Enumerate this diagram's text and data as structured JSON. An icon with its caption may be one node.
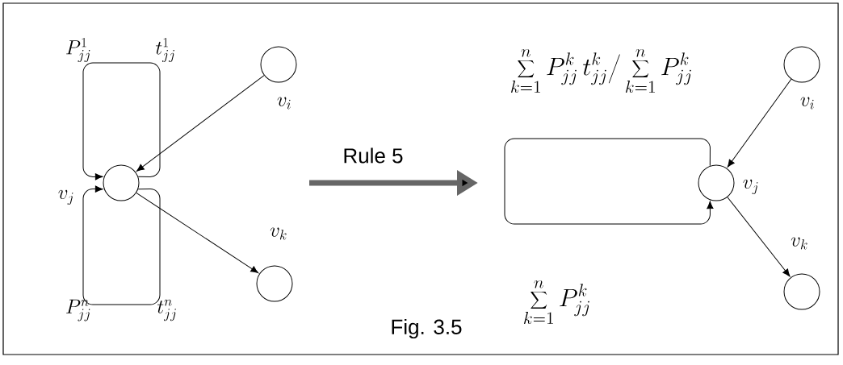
{
  "diagram": {
    "caption": "Fig. 3.5",
    "nodes": [
      {
        "text": [],
        "shape": "circle",
        "beside": [
          "v_{i}"
        ]
      },
      {
        "text": [],
        "shape": "circle",
        "beside": [
          "v_{j}"
        ]
      },
      {
        "text": [],
        "shape": "circle",
        "beside": [
          "v_{k}"
        ]
      },
      {
        "text": [],
        "shape": "circle",
        "beside": [
          "v_{i}"
        ]
      },
      {
        "text": [],
        "shape": "circle",
        "beside": [
          "v_{j}"
        ]
      },
      {
        "text": [],
        "shape": "circle",
        "beside": [
          "v_{k}"
        ]
      }
    ],
    "edges": [
      {
        "from": 0,
        "to": 1,
        "arrow": "to"
      },
      {
        "from": 1,
        "to": 1,
        "arrow": "to"
      },
      {
        "from": 1,
        "to": 1,
        "arrow": "to"
      },
      {
        "from": 1,
        "to": 2,
        "arrow": "to"
      },
      {
        "from": 3,
        "to": 4,
        "arrow": "to"
      },
      {
        "from": 4,
        "to": 4,
        "arrow": "to"
      },
      {
        "from": 4,
        "to": 5,
        "arrow": "to"
      }
    ],
    "labels": [
      "P^{1}_{jj}",
      "t^{1}_{jj}",
      "P^{n}_{jj}",
      "t^{n}_{jj}",
      "Rule 5",
      "\\sum_{k=1}^{n} P^{k}_{jj}\\, t^{k}_{jj} \\Bigg/ \\sum_{k=1}^{n} P^{k}_{jj}",
      "\\sum_{k=1}^{n} P^{k}_{jj}"
    ]
  }
}
